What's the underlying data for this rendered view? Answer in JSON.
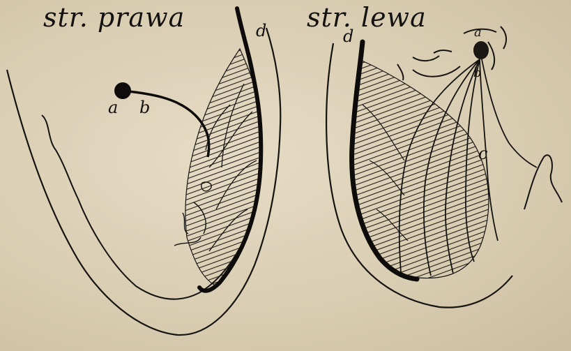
{
  "panels": {
    "right_side": {
      "title": "str. prawa",
      "labels": {
        "a": "a",
        "b": "b",
        "d": "d"
      }
    },
    "left_side": {
      "title": "str. lewa",
      "labels": {
        "a": "a",
        "b": "b",
        "c": "c",
        "d": "d"
      }
    }
  },
  "colors": {
    "paper": "#d9cdb3",
    "ink": "#141210"
  }
}
